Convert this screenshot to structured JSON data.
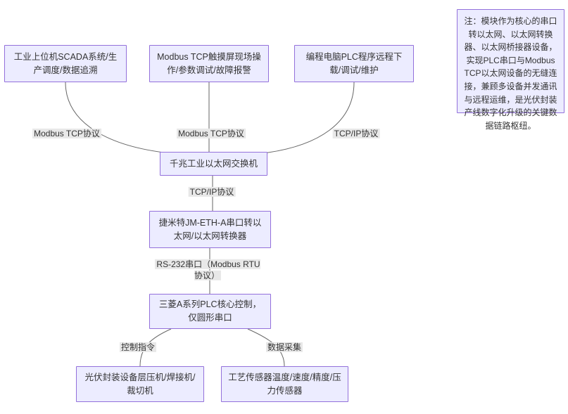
{
  "diagram": {
    "nodes": {
      "scada": {
        "label": "工业上位机SCADA系统/生产调度/数据追溯"
      },
      "hmi": {
        "label": "Modbus TCP触摸屏现场操作/参数调试/故障报警"
      },
      "pc": {
        "label": "编程电脑PLC程序远程下载/调试/维护"
      },
      "switch": {
        "label": "千兆工业以太网交换机"
      },
      "converter": {
        "label": "捷米特JM-ETH-A串口转以太网/以太网转换器"
      },
      "plc": {
        "label": "三菱A系列PLC核心控制，仅圆形串口"
      },
      "equipment": {
        "label": "光伏封装设备层压机/焊接机/裁切机"
      },
      "sensors": {
        "label": "工艺传感器温度/速度/精度/压力传感器"
      }
    },
    "edge_labels": {
      "scada_to_switch": "Modbus TCP协议",
      "hmi_to_switch": "Modbus TCP协议",
      "pc_to_switch": "TCP/IP协议",
      "switch_to_converter": "TCP/IP协议",
      "converter_to_plc": "RS-232串口（Modbus RTU协议）",
      "plc_to_equipment": "控制指令",
      "plc_to_sensors": "数据采集"
    },
    "note": "注：模块作为核心的串口转以太网、以太网转换器、以太网桥接器设备，实现PLC串口与Modbus TCP以太网设备的无缝连接，兼顾多设备并发通讯与远程运维，是光伏封装产线数字化升级的关键数据链路枢纽。",
    "colors": {
      "node_fill": "#ECECFF",
      "node_border": "#9370DB",
      "edge_line": "#666666",
      "edge_label_bg": "#e8e8e8",
      "text": "#333333"
    }
  }
}
